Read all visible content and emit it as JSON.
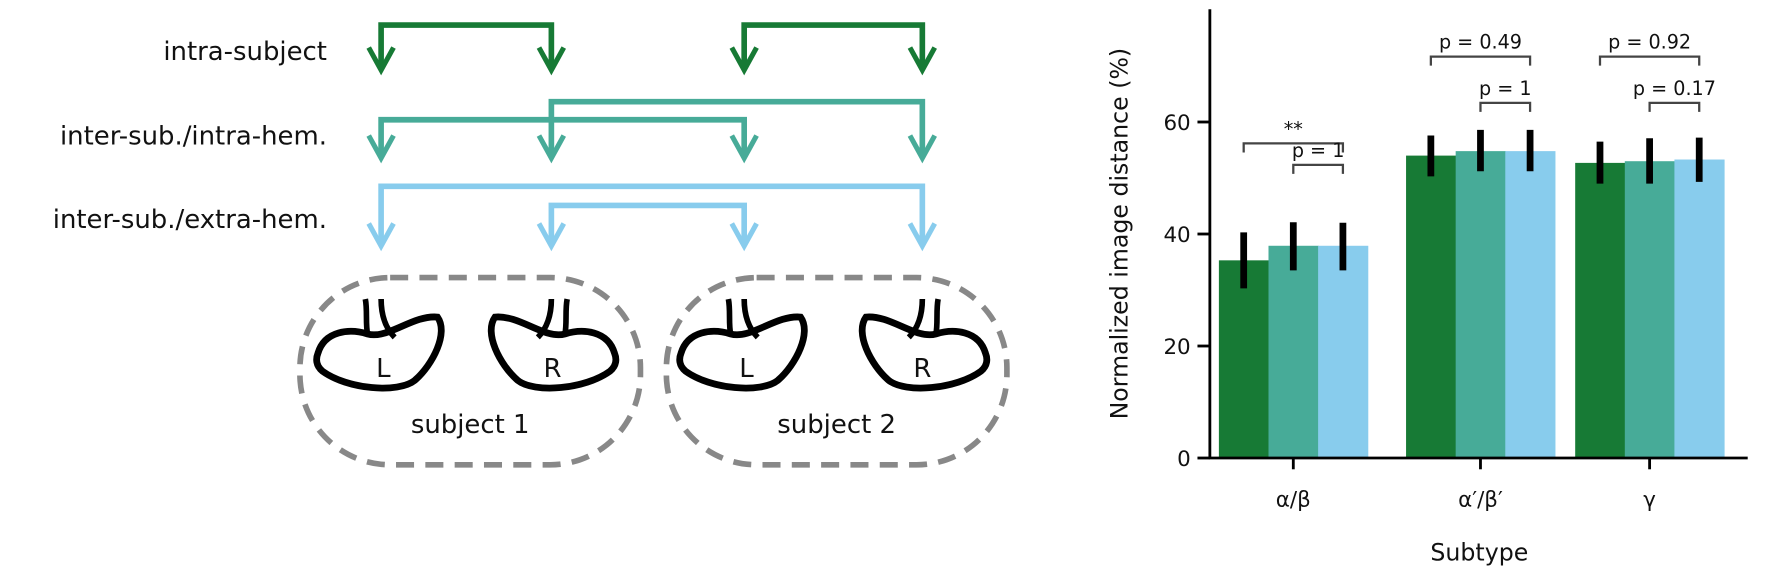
{
  "diagram": {
    "rows": [
      {
        "label": "intra-subject",
        "color": "#177a35"
      },
      {
        "label": "inter-sub./intra-hem.",
        "color": "#47ab98"
      },
      {
        "label": "inter-sub./extra-hem.",
        "color": "#88cced"
      }
    ],
    "subjects": [
      {
        "label": "subject 1",
        "hemispheres": [
          "L",
          "R"
        ]
      },
      {
        "label": "subject 2",
        "hemispheres": [
          "L",
          "R"
        ]
      }
    ],
    "box_color": "#888888"
  },
  "chart_data": {
    "type": "bar",
    "title": "",
    "xlabel": "Subtype",
    "ylabel": "Normalized image distance (%)",
    "categories": [
      "α/β",
      "α′/β′",
      "γ"
    ],
    "ylim": [
      0,
      80
    ],
    "yticks": [
      0,
      20,
      40,
      60
    ],
    "grid": false,
    "series": [
      {
        "color": "#177a35",
        "values": [
          35.3,
          54.0,
          52.7
        ],
        "error_low": [
          30.3,
          50.3,
          49.0
        ],
        "error_high": [
          40.3,
          57.6,
          56.5
        ]
      },
      {
        "color": "#47ab98",
        "values": [
          37.9,
          54.8,
          53.0
        ],
        "error_low": [
          33.5,
          51.2,
          49.0
        ],
        "error_high": [
          42.1,
          58.6,
          57.1
        ]
      },
      {
        "color": "#88cced",
        "values": [
          37.9,
          54.8,
          53.3
        ],
        "error_low": [
          33.5,
          51.2,
          49.3
        ],
        "error_high": [
          42.0,
          58.6,
          57.2
        ]
      }
    ],
    "annotations": [
      {
        "category": 0,
        "from_series": 0,
        "to_series": 2,
        "text": "**"
      },
      {
        "category": 0,
        "from_series": 1,
        "to_series": 2,
        "text": "p = 1"
      },
      {
        "category": 1,
        "from_series": 0,
        "to_series": 2,
        "text": "p = 0.49"
      },
      {
        "category": 1,
        "from_series": 1,
        "to_series": 2,
        "text": "p = 1"
      },
      {
        "category": 2,
        "from_series": 0,
        "to_series": 2,
        "text": "p = 0.92"
      },
      {
        "category": 2,
        "from_series": 1,
        "to_series": 2,
        "text": "p = 0.17"
      }
    ]
  }
}
